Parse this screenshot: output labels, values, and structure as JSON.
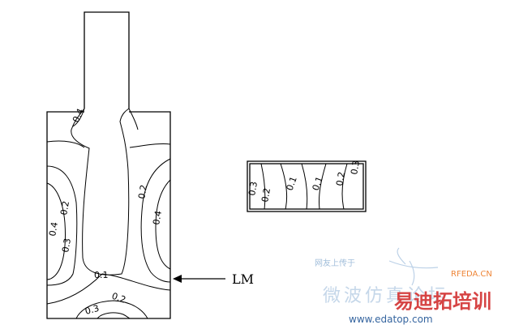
{
  "annotation": {
    "label": "LM"
  },
  "contour_labels": {
    "left_body": [
      "0.4",
      "0.2",
      "0.4",
      "0.3",
      "0.1",
      "0.2",
      "0.3",
      "0.2",
      "0.4"
    ],
    "right_box": [
      "0.3",
      "0.2",
      "0.1",
      "0.1",
      "0.2",
      "0.3"
    ]
  },
  "watermark": {
    "site_small": "网友上传于",
    "brand": "RFEDA.CN",
    "cn_left": "微波仿真论坛",
    "cn_right": "易迪拓培训",
    "url": "www.edatop.com"
  },
  "colors": {
    "line": "#000000",
    "watermark_blue": "#8fb4d8",
    "watermark_orange": "#ee7f2d",
    "watermark_red": "#d43a3a",
    "watermark_dark": "#2a5c9a"
  }
}
